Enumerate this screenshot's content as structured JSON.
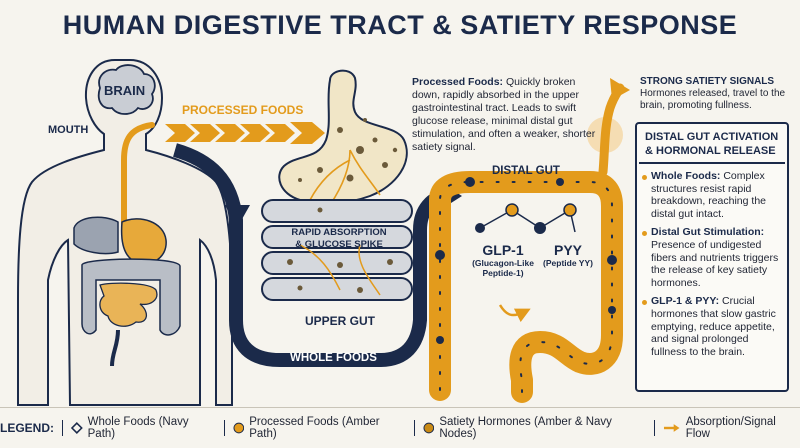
{
  "title": "HUMAN DIGESTIVE TRACT & SATIETY RESPONSE",
  "labels": {
    "brain": "BRAIN",
    "mouth": "MOUTH",
    "processed_foods": "PROCESSED FOODS",
    "rapid_absorption_1": "RAPID ABSORPTION",
    "rapid_absorption_2": "& GLUCOSE SPIKE",
    "upper_gut": "UPPER GUT",
    "whole_foods": "WHOLE FOODS",
    "distal_gut": "DISTAL GUT",
    "glp1": "GLP-1",
    "glp1_sub_1": "(Glucagon-Like",
    "glp1_sub_2": "Peptide-1)",
    "pyy": "PYY",
    "pyy_sub": "(Peptide YY)"
  },
  "processed_note": {
    "heading": "Processed Foods:",
    "text": "Quickly broken down, rapidly absorbed in the upper gastrointestinal tract. Leads to swift glucose release, minimal distal gut stimulation, and often a weaker, shorter satiety signal."
  },
  "satiety_signals": {
    "heading": "STRONG SATIETY SIGNALS",
    "text": "Hormones released, travel to the brain, promoting fullness."
  },
  "sidebox": {
    "heading": "DISTAL GUT ACTIVATION & HORMONAL RELEASE",
    "items": [
      {
        "bold": "Whole Foods:",
        "text": "Complex structures resist rapid breakdown, reaching the distal gut intact."
      },
      {
        "bold": "Distal Gut Stimulation:",
        "text": "Presence of undigested fibers and nutrients triggers the release of key satiety hormones."
      },
      {
        "bold": "GLP-1 & PYY:",
        "text": "Crucial hormones that slow gastric emptying, reduce appetite, and signal prolonged fullness to the brain."
      }
    ]
  },
  "legend": {
    "title": "LEGEND:",
    "items": [
      {
        "label": "Whole Foods (Navy Path)",
        "icon": "navy-diamond-icon"
      },
      {
        "label": "Processed Foods (Amber Path)",
        "icon": "amber-dot-icon"
      },
      {
        "label": "Satiety Hormones (Amber & Navy Nodes)",
        "icon": "hormone-node-icon"
      },
      {
        "label": "Absorption/Signal Flow",
        "icon": "amber-arrow-icon"
      }
    ]
  },
  "colors": {
    "navy": "#1b2a4a",
    "amber": "#e39b1c",
    "gray": "#b9bec6",
    "background": "#f6f4ee"
  }
}
